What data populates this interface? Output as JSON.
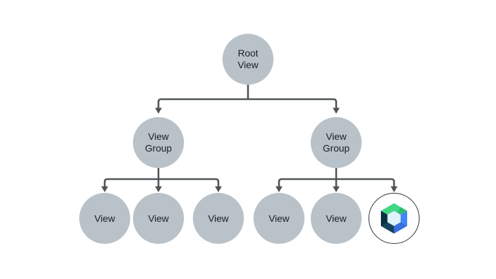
{
  "colors": {
    "background": "#ffffff",
    "node_fill": "#b9c2c8",
    "connector": "#4d5356",
    "node_text": "#1b1f22",
    "compose_ring": "#2d3134",
    "compose_node_fill": "#ffffff"
  },
  "logo_colors": {
    "green_light": "#41d884",
    "green_dark": "#2ebd6f",
    "blue_light": "#4285f4",
    "blue_dark": "#3a6fdd",
    "navy_dark": "#0b2f42",
    "navy_light": "#15455e",
    "hex_fill": "#e1f2fb",
    "hex_stroke": "#c0e2f4"
  },
  "nodes": {
    "root": {
      "label": "Root View"
    },
    "left_group": {
      "label": "View Group"
    },
    "right_group": {
      "label": "View Group"
    },
    "left_children": [
      "View",
      "View",
      "View"
    ],
    "right_children": [
      "View",
      "View"
    ],
    "compose_leaf": {
      "icon": "jetpack-compose-logo"
    }
  }
}
